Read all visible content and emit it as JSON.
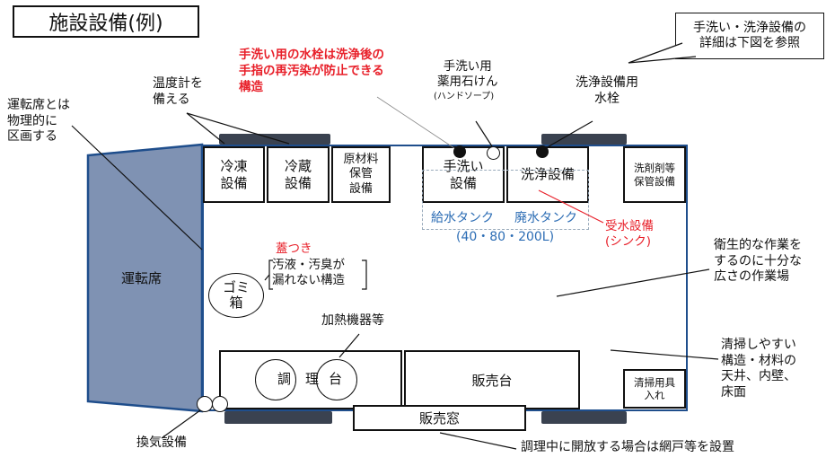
{
  "title": "施設設備(例)",
  "note_ref": "手洗い・洗浄設備の\n詳細は下図を参照",
  "warning_red": "手洗い用の水栓は洗浄後の\n手指の再汚染が防止できる\n構造",
  "labels": {
    "driver_partition": "運転席とは\n物理的に\n区画する",
    "thermometer": "温度計を\n備える",
    "soap": "手洗い用\n薬用石けん",
    "soap_sub": "(ハンドソープ)",
    "wash_faucet": "洗浄設備用\n水栓",
    "lid": "蓋つき",
    "trash_structure": "汚液・汚臭が\n漏れない構造",
    "heater": "加熱機器等",
    "workspace": "衛生的な作業を\nするのに十分な\n広さの作業場",
    "easy_clean": "清掃しやすい\n構造・材料の\n天井、内壁、\n床面",
    "ventilation": "換気設備",
    "screen_note": "調理中に開放する場合は網戸等を設置",
    "sink": "受水設備\n(シンク)",
    "water_tank": "給水タンク",
    "waste_tank": "廃水タンク",
    "tank_sizes": "(40・80・200L)"
  },
  "boxes": {
    "freezer": "冷凍\n設備",
    "fridge": "冷蔵\n設備",
    "raw_storage": "原材料\n保管\n設備",
    "handwash": "手洗い\n設備",
    "washing": "洗浄設備",
    "detergent": "洗剤剤等\n保管設備",
    "driver_seat": "運転席",
    "trash": "ゴミ\n箱",
    "cook_1": "調",
    "cook_2": "理",
    "cook_3": "台",
    "counter": "販売台",
    "cleaning_tools": "清掃用具\n入れ",
    "window": "販売窓"
  },
  "colors": {
    "red": "#e8202a",
    "blue": "#2b6cb4",
    "vehicle_border": "#1f4e8c",
    "driver_fill": "#7f92b3",
    "wheel": "#3a4250"
  }
}
